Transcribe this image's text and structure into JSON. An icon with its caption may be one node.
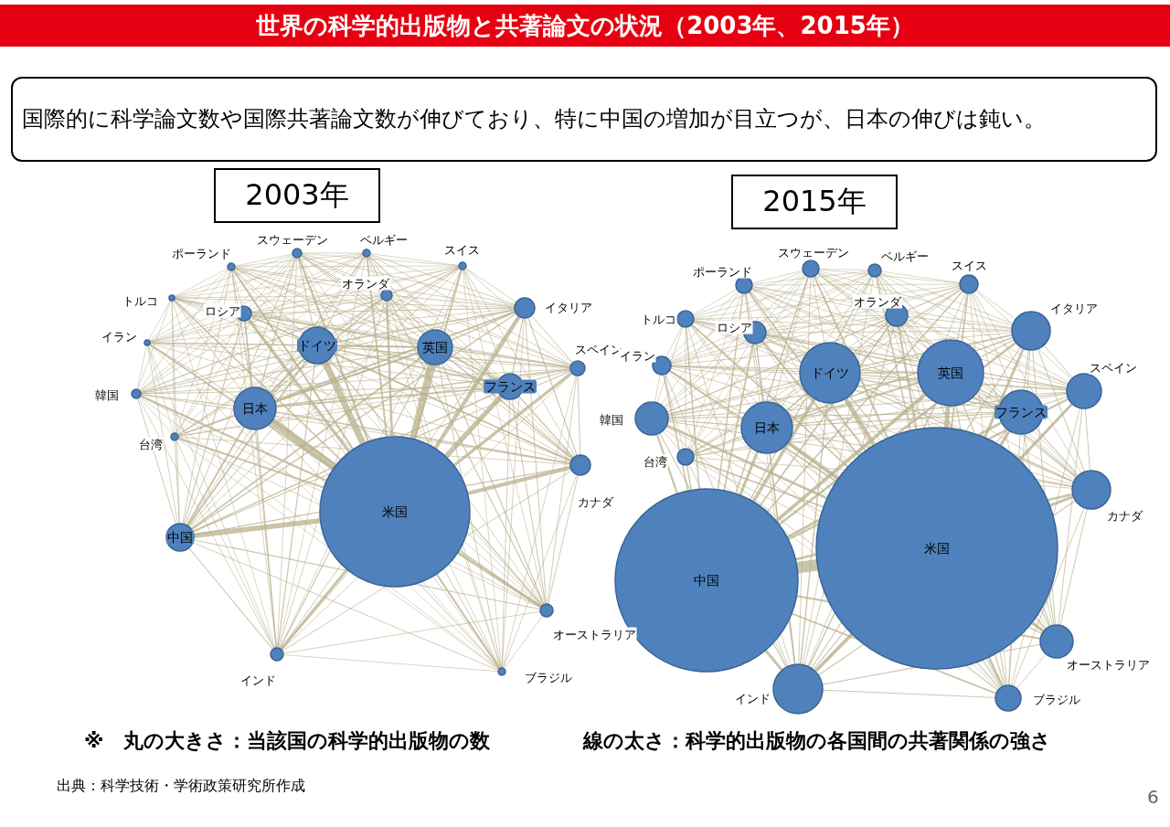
{
  "diagram": {
    "title": "世界の科学的出版物と共著論文の状況（2003年、2015年）",
    "nodes": [
      {
        "text": [
          "国際的に科学論文数や国際共著論文数が伸びており、特に中国の増加が目立つが、日本の伸びは鈍い。"
        ]
      },
      {
        "text": [
          "2003年"
        ]
      },
      {
        "text": [
          "2015年"
        ]
      }
    ],
    "labels": [
      "スウェーデン",
      "ベルギー",
      "ポーランド",
      "スイス",
      "オランダ",
      "トルコ",
      "ロシア",
      "イタリア",
      "イラン",
      "ドイツ",
      "英国",
      "スペイン",
      "フランス",
      "韓国",
      "日本",
      "台湾",
      "カナダ",
      "米国",
      "中国",
      "オーストラリア",
      "インド",
      "ブラジル",
      "スウェーデン",
      "ベルギー",
      "ポーランド",
      "スイス",
      "オランダ",
      "トルコ",
      "ロシア",
      "イタリア",
      "イラン",
      "ドイツ",
      "英国",
      "スペイン",
      "フランス",
      "韓国",
      "日本",
      "台湾",
      "カナダ",
      "米国",
      "中国",
      "オーストラリア",
      "インド",
      "ブラジル",
      "※　丸の大きさ：当該国の科学的出版物の数",
      "線の太さ：科学的出版物の各国間の共著関係の強さ",
      "出典：科学技術・学術政策研究所作成",
      "6"
    ]
  }
}
